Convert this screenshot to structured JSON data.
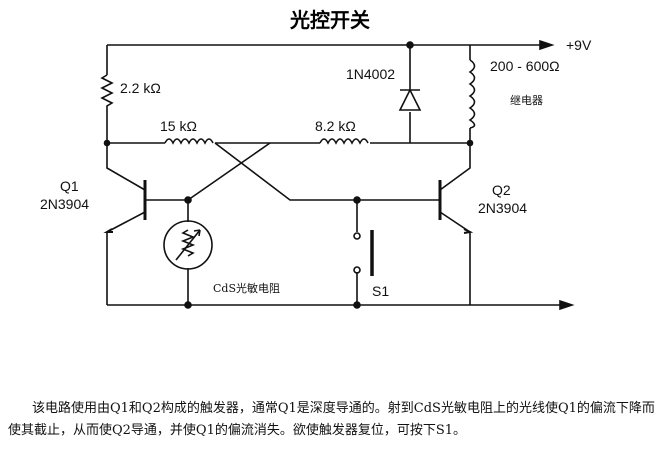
{
  "title": "光控开关",
  "labels": {
    "supply": "+9V",
    "r1": "2.2 kΩ",
    "r2": "15 kΩ",
    "r3": "8.2 kΩ",
    "diode": "1N4002",
    "relay_value": "200 - 600Ω",
    "relay_name": "继电器",
    "q1_name": "Q1",
    "q1_part": "2N3904",
    "q2_name": "Q2",
    "q2_part": "2N3904",
    "ldr": "CdS光敏电阻",
    "switch": "S1"
  },
  "description": "该电路使用由Q1和Q2构成的触发器，通常Q1是深度导通的。射到CdS光敏电阻上的光线使Q1的偏流下降而使其截止，从而使Q2导通，并使Q1的偏流消失。欲使触发器复位，可按下S1。"
}
